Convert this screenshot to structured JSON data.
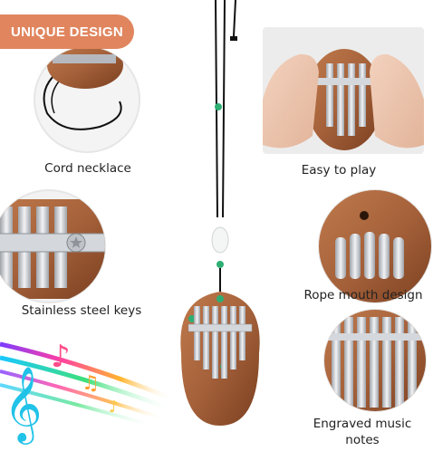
{
  "badge": {
    "text": "UNIQUE DESIGN"
  },
  "callouts": {
    "cord": "Cord necklace",
    "easy": "Easy to play",
    "steel": "Stainless steel keys",
    "rope": "Rope mouth design",
    "engraved_line1": "Engraved music",
    "engraved_line2": "notes"
  },
  "colors": {
    "accent": "#E0855E",
    "wood": "#A5613A",
    "wood_dark": "#7A3F20",
    "metal": "#C9CDD2",
    "bead": "#2FAE74"
  }
}
